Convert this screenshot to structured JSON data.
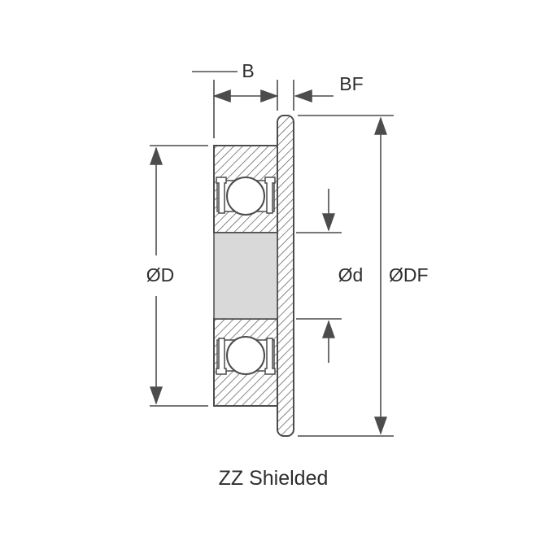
{
  "diagram": {
    "caption": "ZZ Shielded",
    "labels": {
      "width": "B",
      "flange_width": "BF",
      "outer_diameter": "ØD",
      "bore_diameter": "Ød",
      "flange_diameter": "ØDF"
    },
    "colors": {
      "line": "#4c4c4c",
      "hatch": "#606060",
      "bore_fill": "#d9d9d9",
      "ball_fill": "#ffffff",
      "text": "#2e2e2e",
      "background": "#ffffff"
    }
  }
}
